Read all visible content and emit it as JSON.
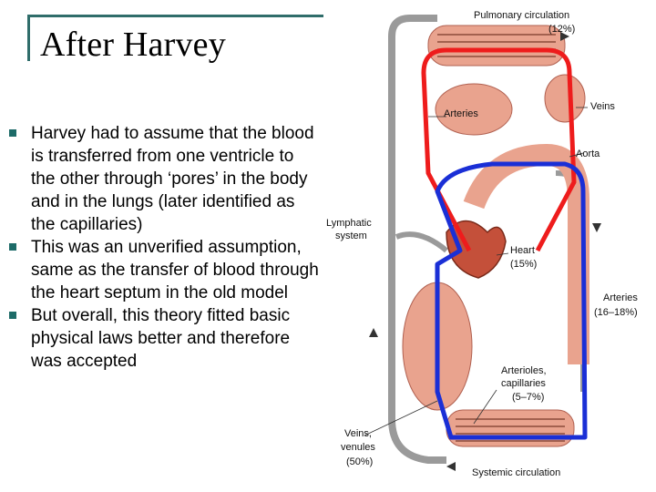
{
  "slide": {
    "title": "After Harvey",
    "bullets": [
      "Harvey had to assume that the blood is transferred from one ventricle to the other through ‘pores’ in the body and in the lungs (later identified as the capillaries)",
      "This was an unverified assumption, same as the transfer of blood through the heart septum in the old model",
      "But overall, this theory fitted basic physical laws better and therefore was accepted"
    ]
  },
  "diagram": {
    "labels": {
      "pulmonary_title": "Pulmonary circulation",
      "pulmonary_pct": "(12%)",
      "arteries_top": "Arteries",
      "veins_top": "Veins",
      "aorta": "Aorta",
      "lymphatic_1": "Lymphatic",
      "lymphatic_2": "system",
      "heart": "Heart",
      "heart_pct": "(15%)",
      "arteries_right": "Arteries",
      "arteries_right_pct": "(16–18%)",
      "arterioles_1": "Arterioles,",
      "arterioles_2": "capillaries",
      "arterioles_pct": "(5–7%)",
      "veins_1": "Veins,",
      "veins_2": "venules",
      "veins_pct": "(50%)",
      "systemic": "Systemic circulation"
    },
    "colors": {
      "oxygenated_path": "#ee1c1c",
      "deoxygenated_path": "#1a2fd6",
      "vessel_fill": "#e9a38e",
      "lymphatic": "#9a9a9a",
      "heart": "#c4503a"
    }
  }
}
